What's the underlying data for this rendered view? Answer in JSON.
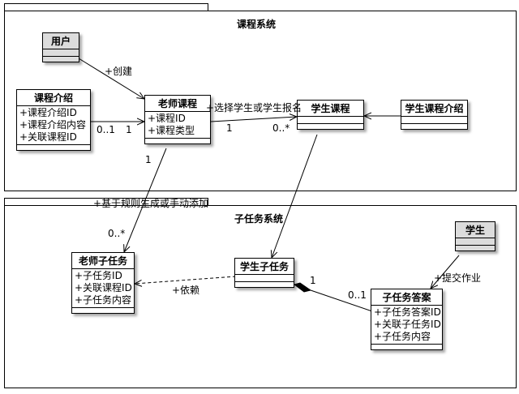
{
  "packages": {
    "course_system": {
      "title": "课程系统"
    },
    "subtask_system": {
      "title": "子任务系统"
    }
  },
  "classes": {
    "user": {
      "name": "用户",
      "attrs": []
    },
    "course_intro": {
      "name": "课程介绍",
      "attrs": [
        "+课程介绍ID",
        "+课程介绍内容",
        "+关联课程ID"
      ]
    },
    "teacher_course": {
      "name": "老师课程",
      "attrs": [
        "+课程ID",
        "+课程类型"
      ]
    },
    "student_course": {
      "name": "学生课程",
      "attrs": []
    },
    "student_course_intro": {
      "name": "学生课程介绍",
      "attrs": []
    },
    "teacher_subtask": {
      "name": "老师子任务",
      "attrs": [
        "+子任务ID",
        "+关联课程ID",
        "+子任务内容"
      ]
    },
    "student_subtask": {
      "name": "学生子任务",
      "attrs": []
    },
    "student": {
      "name": "学生",
      "attrs": []
    },
    "subtask_answer": {
      "name": "子任务答案",
      "attrs": [
        "+子任务答案ID",
        "+关联子任务ID",
        "+子任务内容"
      ]
    }
  },
  "labels": {
    "create": "+创建",
    "intro_mult": "0..1",
    "intro_teacher_mult": "1",
    "select_or_enroll": "+选择学生或学生报名",
    "teacher_student_mult": "1",
    "student_course_mult": "0..*",
    "teacher_down_mult": "1",
    "rule_generate": "+基于规则生成或手动添加",
    "subtask_mult": "0..*",
    "depend": "+依赖",
    "submit_work": "+提交作业",
    "composition_one": "1",
    "composition_many": "0..1"
  }
}
